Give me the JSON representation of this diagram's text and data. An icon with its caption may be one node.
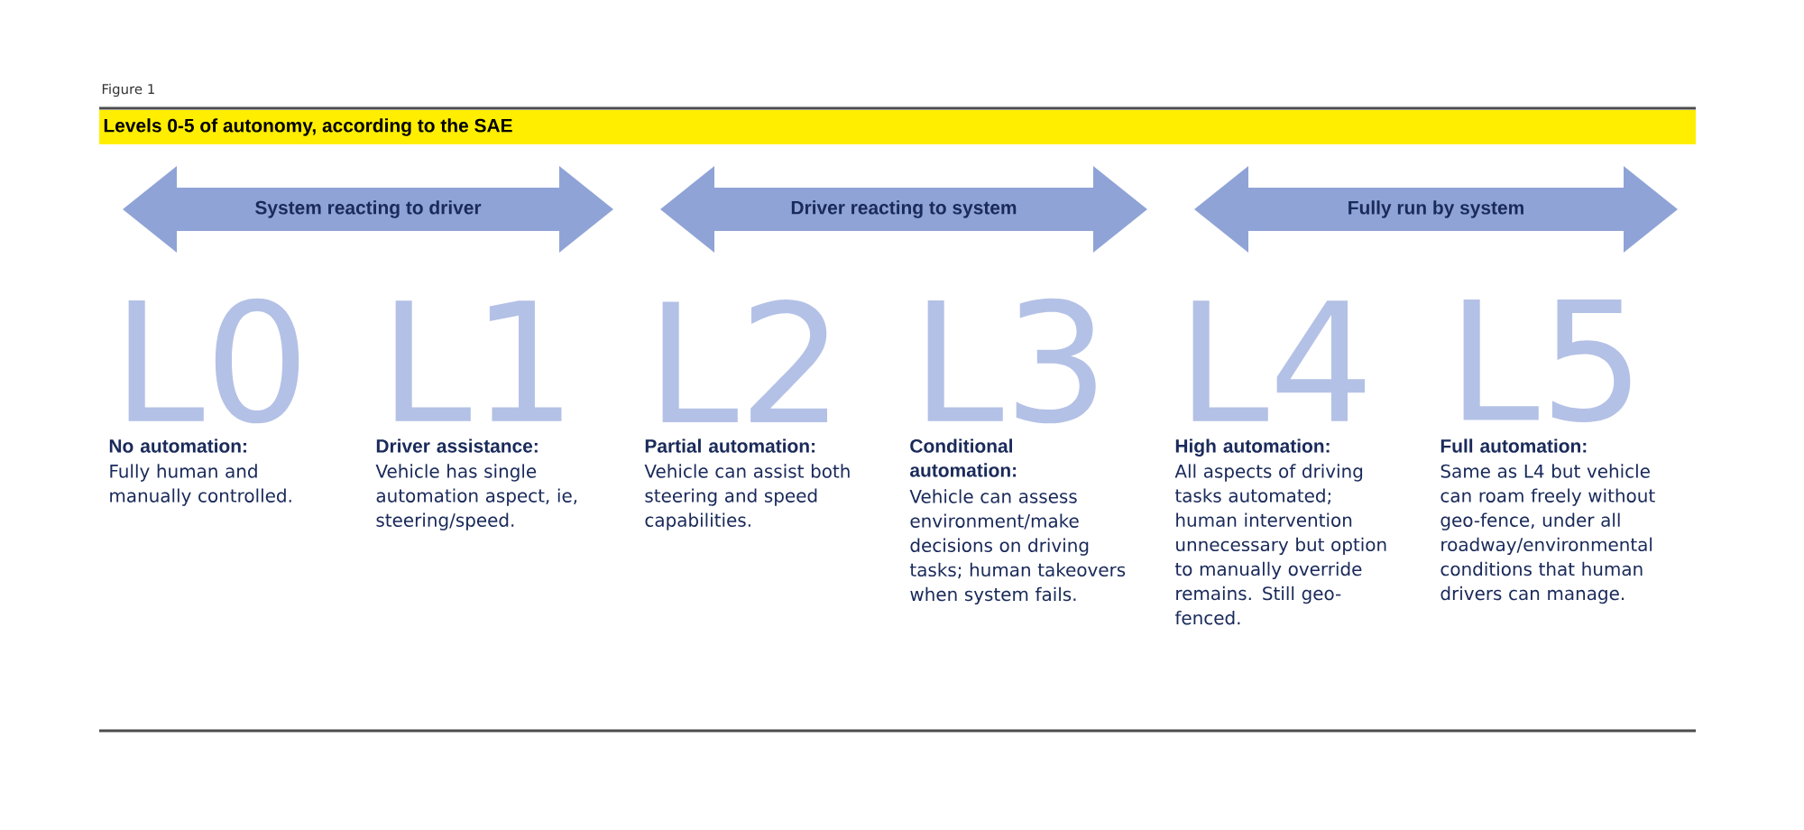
{
  "diagram": {
    "title": "Levels 0-5 of autonomy, according to the SAE",
    "nodes": [
      {
        "text": [
          "System reacting to driver"
        ]
      },
      {
        "text": [
          "Driver reacting to system"
        ]
      },
      {
        "text": [
          "Fully run by system"
        ]
      }
    ],
    "labels": [
      "Figure 1",
      "L0",
      "L1",
      "L2",
      "L3",
      "L4",
      "L5",
      "No automation:",
      "Fully human and manually controlled.",
      "Driver assistance:",
      "Vehicle has single automation aspect, ie, steering/speed.",
      "Partial automation:",
      "Vehicle can assist both steering and speed capabilities.",
      "Conditional automation:",
      "Vehicle can assess environment/make decisions on driving tasks; human takeovers when system fails.",
      "High automation:",
      "All aspects of driving tasks automated; human intervention unnecessary but option to manually override remains. Still geo-fenced.",
      "Full automation:",
      "Same as L4 but vehicle can roam freely without geo-fence, under all roadway/environmental conditions that human drivers can manage."
    ]
  }
}
